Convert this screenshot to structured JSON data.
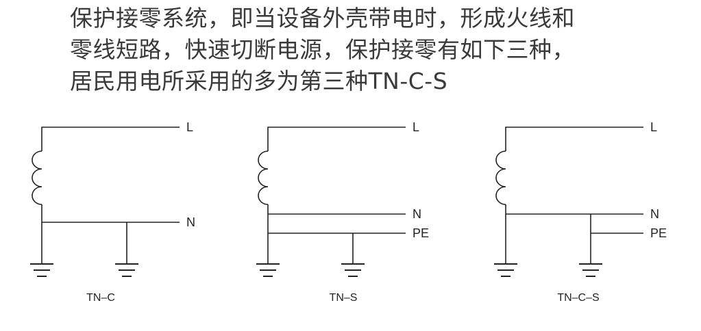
{
  "heading": {
    "lines": [
      "保护接零系统，即当设备外壳带电时，形成火线和",
      "零线短路，快速切断电源，保护接零有如下三种，",
      "居民用电所采用的多为第三种TN-C-S"
    ]
  },
  "diagrams": [
    {
      "caption": "TN–C",
      "line_labels": {
        "live": "L",
        "neutral": "N"
      }
    },
    {
      "caption": "TN–S",
      "line_labels": {
        "live": "L",
        "neutral": "N",
        "protective_earth": "PE"
      }
    },
    {
      "caption": "TN–C–S",
      "line_labels": {
        "live": "L",
        "neutral": "N",
        "protective_earth": "PE"
      }
    }
  ],
  "icons": {
    "coil": "transformer-coil-icon",
    "ground": "ground-icon"
  }
}
